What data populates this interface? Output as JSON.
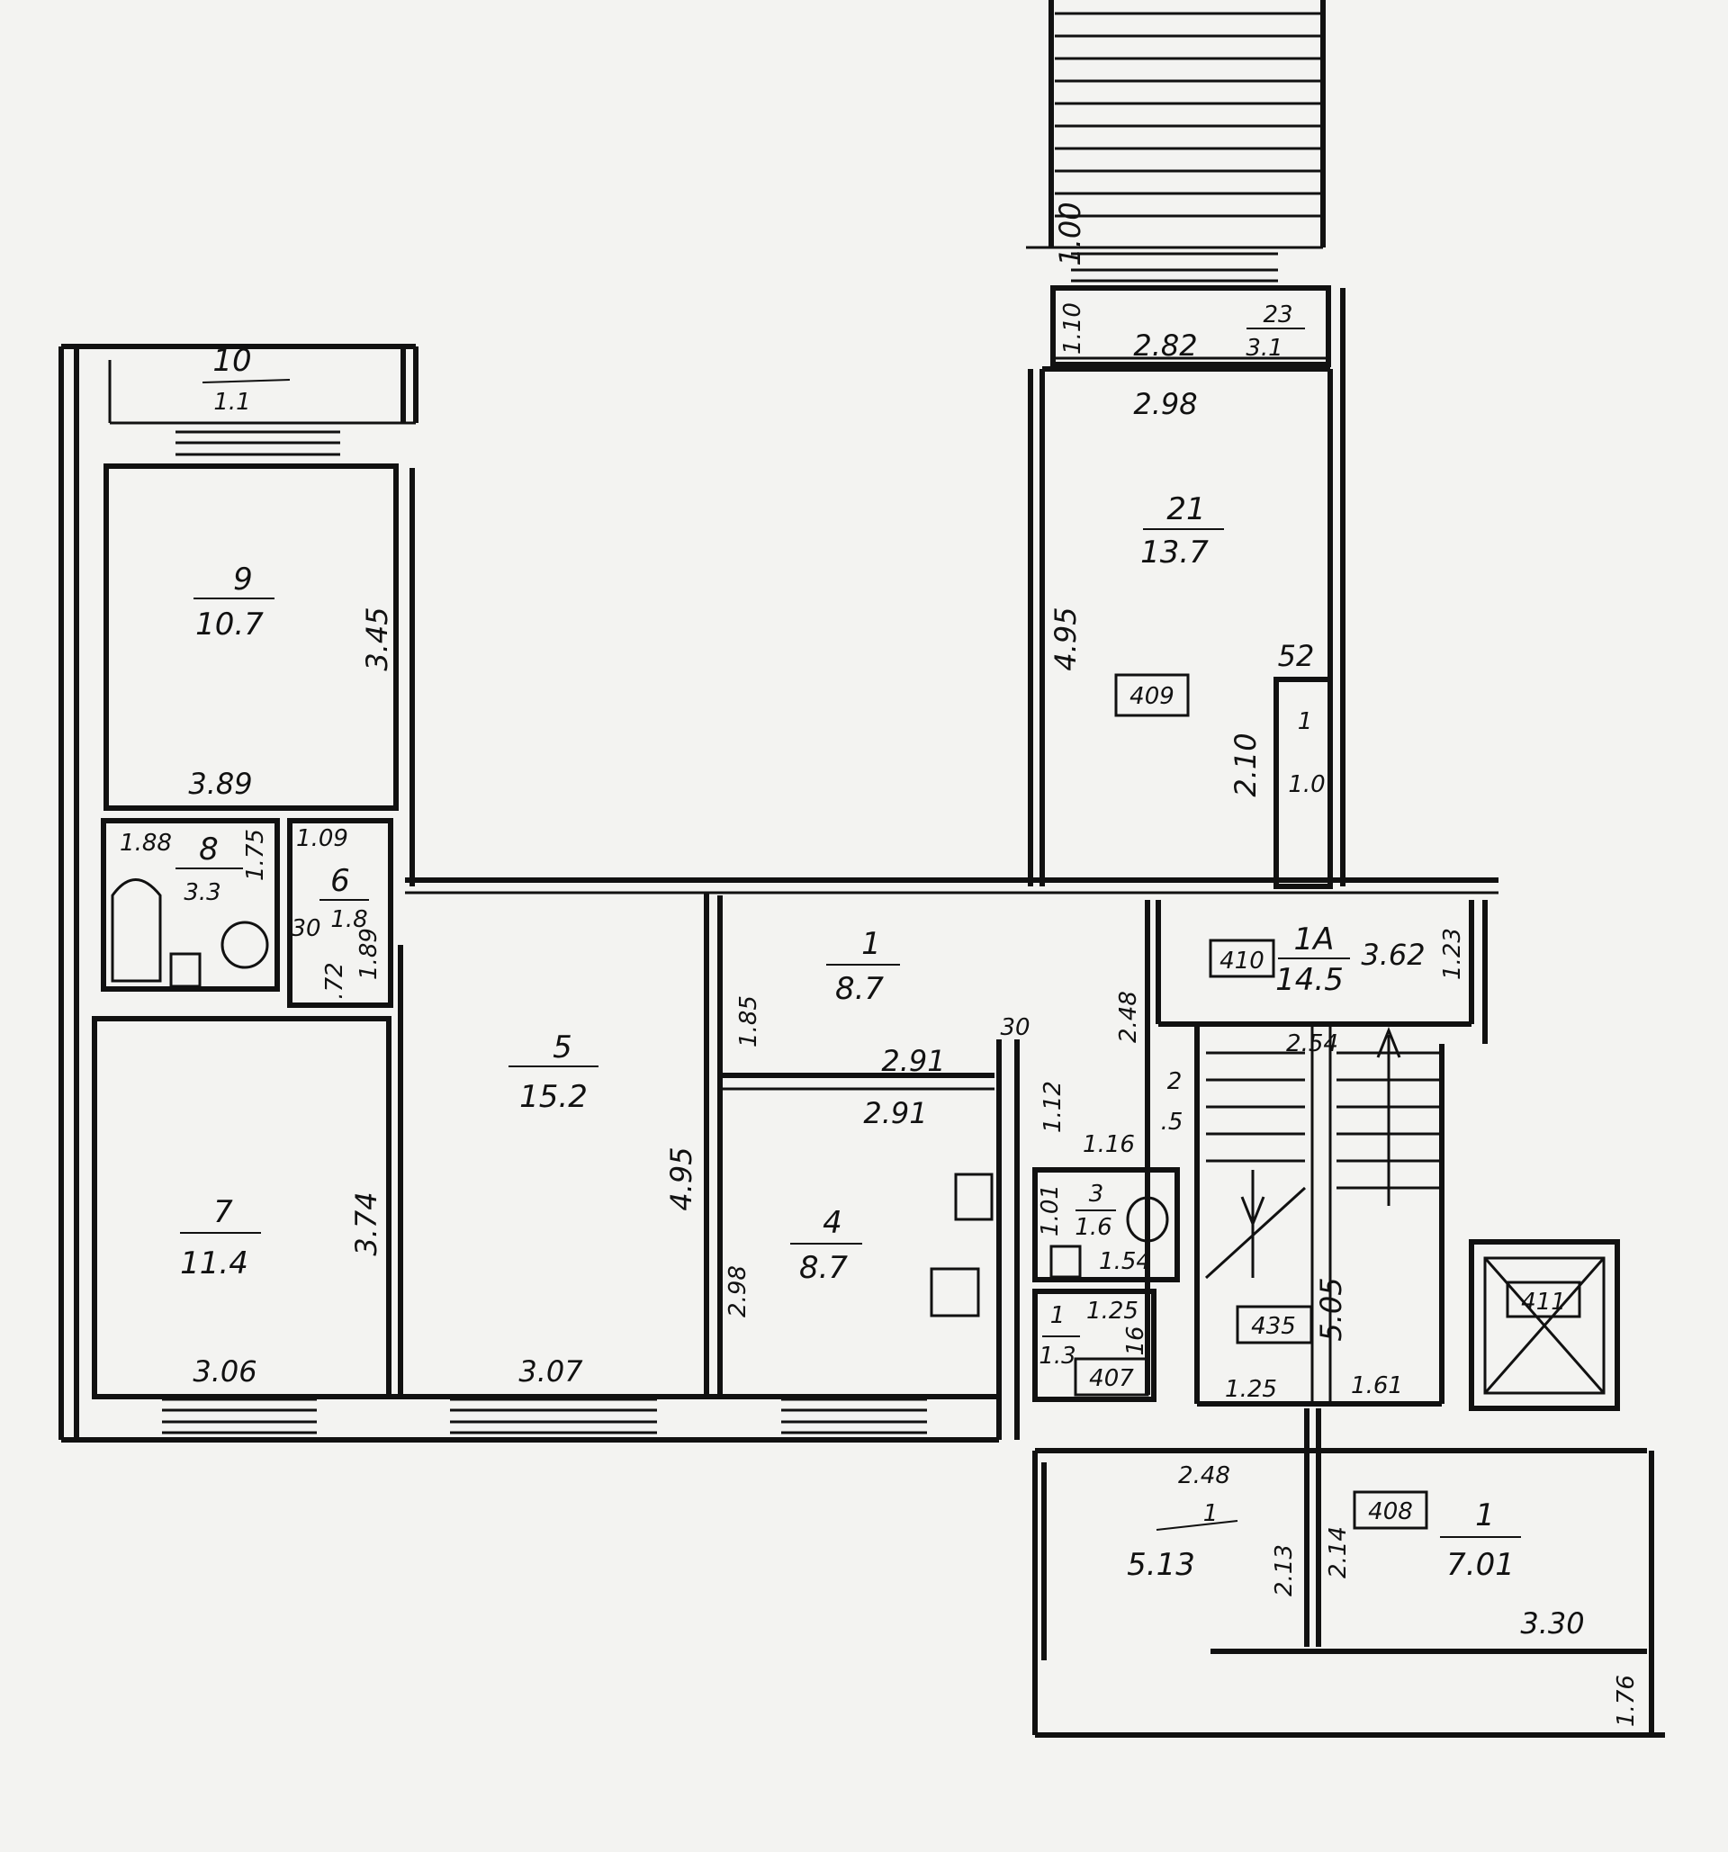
{
  "rooms": [
    {
      "id": "room-1",
      "number": "1",
      "area": "8.7"
    },
    {
      "id": "room-2",
      "number": "2",
      "area": ".5"
    },
    {
      "id": "room-3",
      "number": "3",
      "area": "1.6"
    },
    {
      "id": "room-4",
      "number": "4",
      "area": "8.7"
    },
    {
      "id": "room-5",
      "number": "5",
      "area": "15.2"
    },
    {
      "id": "room-6",
      "number": "6",
      "area": "1.8"
    },
    {
      "id": "room-7",
      "number": "7",
      "area": "11.4"
    },
    {
      "id": "room-8",
      "number": "8",
      "area": "3.3"
    },
    {
      "id": "room-9",
      "number": "9",
      "area": "10.7"
    },
    {
      "id": "room-10",
      "number": "10",
      "area": "1.1"
    },
    {
      "id": "room-21",
      "number": "21",
      "area": "13.7"
    },
    {
      "id": "room-23",
      "number": "23",
      "area": "3.1"
    },
    {
      "id": "room-1a",
      "number": "1А",
      "area": "14.5"
    },
    {
      "id": "room-1b",
      "number": "1",
      "area": "7.01"
    },
    {
      "id": "room-pantry",
      "number": "1",
      "area": "1.0"
    },
    {
      "id": "room-vest",
      "number": "1",
      "area": "5.13"
    },
    {
      "id": "room-wc",
      "number": "1",
      "area": "1.3"
    }
  ],
  "dimensions": {
    "d100": "1.00",
    "d110": "1.10",
    "d282": "2.82",
    "d298": "2.98",
    "d495a": "4.95",
    "d52": "52",
    "d210": "2.10",
    "d345": "3.45",
    "d389": "3.89",
    "d188": "1.88",
    "d175": "1.75",
    "d109": "1.09",
    "d30a": "30",
    "d72": ".72",
    "d189": "1.89",
    "d374": "3.74",
    "d306": "3.06",
    "d495b": "4.95",
    "d307": "3.07",
    "d185": "1.85",
    "d291a": "2.91",
    "d291b": "2.91",
    "d30b": "30",
    "d112": "1.12",
    "d116": "1.16",
    "d298b": "2.98",
    "d101": "1.01",
    "d154": "1.54",
    "d125a": "1.25",
    "d16": "16",
    "d248a": "2.48",
    "d362": "3.62",
    "d123": "1.23",
    "d254": "2.54",
    "d505": "5.05",
    "d125b": "1.25",
    "d161": "1.61",
    "d248b": "2.48",
    "d213": "2.13",
    "d214": "2.14",
    "d330": "3.30",
    "d176": "1.76"
  },
  "apartment_numbers": {
    "a409": "409",
    "a410": "410",
    "a407": "407",
    "a435": "435",
    "a408": "408",
    "a411": "411"
  }
}
